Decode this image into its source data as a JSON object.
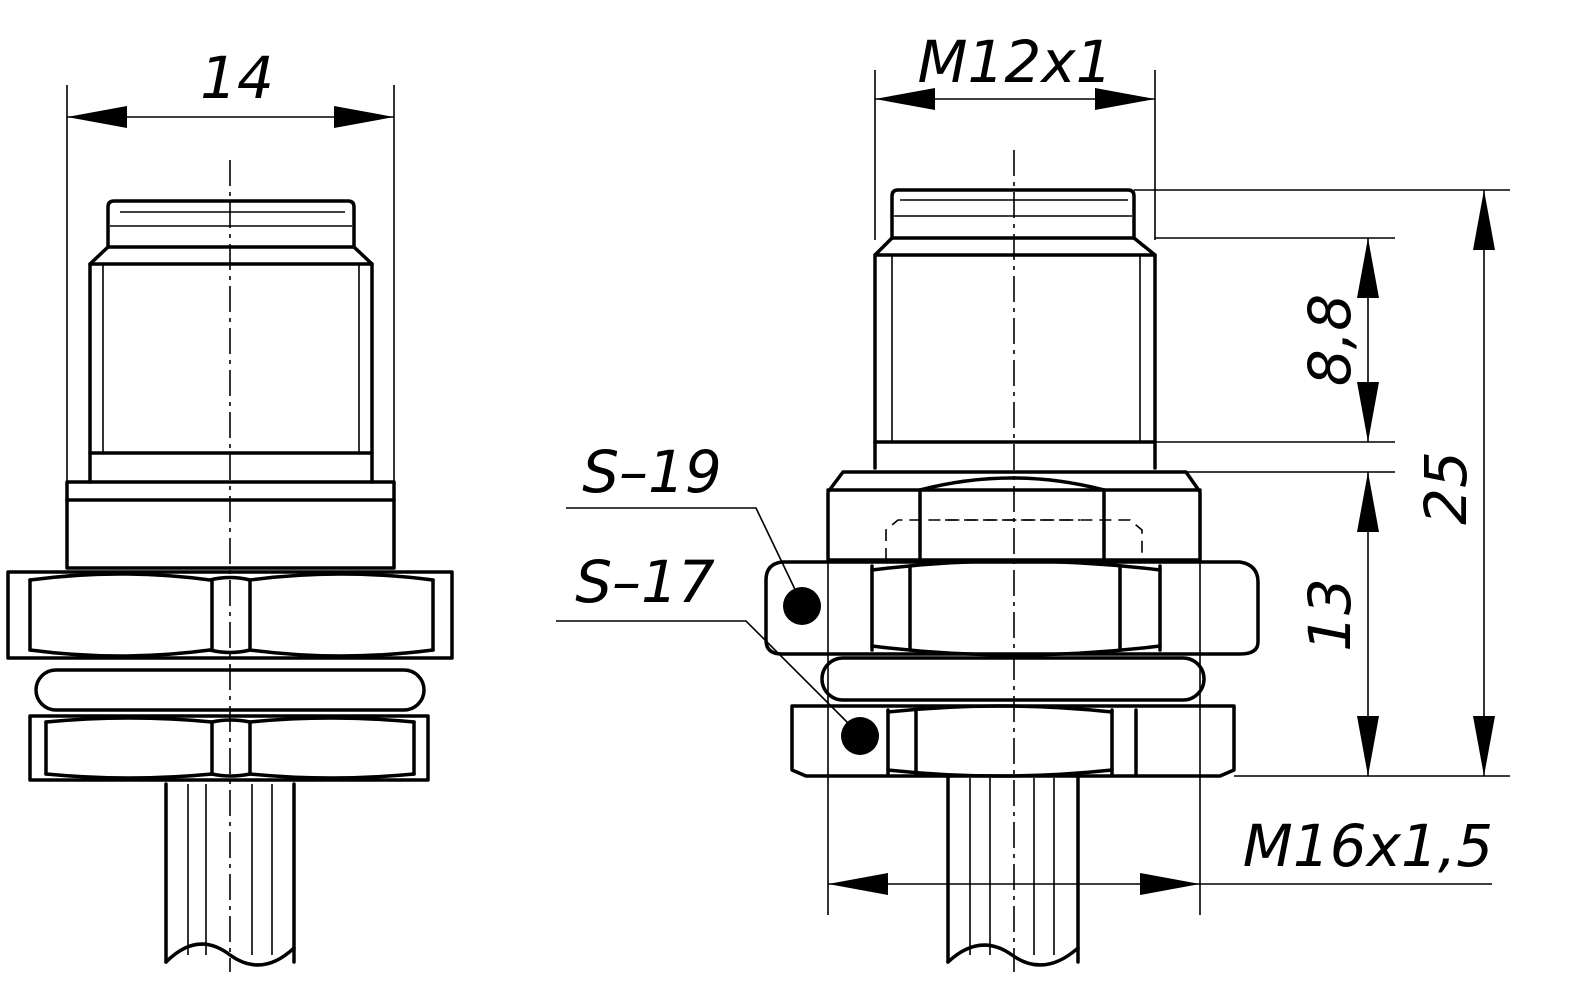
{
  "dimensions": {
    "left_width": "14",
    "thread_top": "M12x1",
    "thread_bottom": "M16x1,5",
    "length_thread": "8,8",
    "length_body": "13",
    "length_total": "25"
  },
  "callouts": {
    "wrench_big": "S–19",
    "wrench_small": "S–17"
  }
}
